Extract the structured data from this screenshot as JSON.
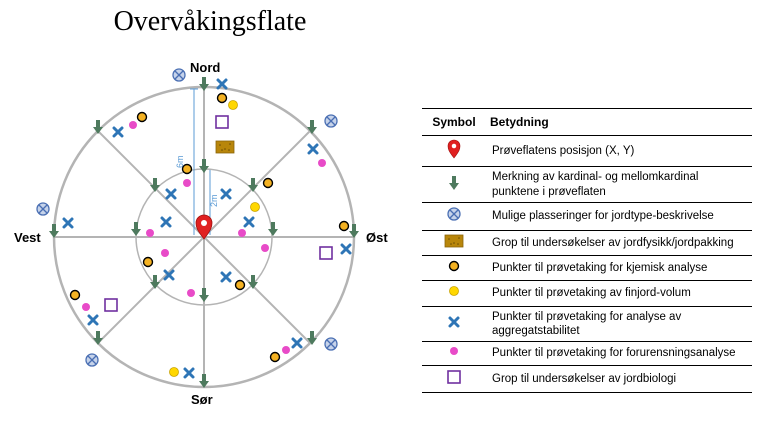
{
  "title": "Overvåkingsflate",
  "directions": {
    "north": "Nord",
    "south": "Sør",
    "east": "Øst",
    "west": "Vest"
  },
  "scale_labels": {
    "outer": "6m",
    "inner": "2m"
  },
  "legend": {
    "headers": {
      "symbol": "Symbol",
      "meaning": "Betydning"
    },
    "rows": [
      {
        "icon": "pin-icon",
        "text": "Prøveflatens posisjon (X, Y)"
      },
      {
        "icon": "green-arrow-icon",
        "text": "Merkning av kardinal- og mellomkardinal punktene i prøveflaten"
      },
      {
        "icon": "crossed-circle-icon",
        "text": "Mulige plasseringer for jordtype-beskrivelse"
      },
      {
        "icon": "brown-square-icon",
        "text": "Grop til undersøkelser av jordfysikk/jordpakking"
      },
      {
        "icon": "orange-circle-icon",
        "text": "Punkter til prøvetaking for kjemisk analyse"
      },
      {
        "icon": "yellow-circle-icon",
        "text": "Punkter til prøvetaking av finjord-volum"
      },
      {
        "icon": "blue-x-icon",
        "text": "Punkter til prøvetaking for analyse av aggregatstabilitet"
      },
      {
        "icon": "magenta-dot-icon",
        "text": "Punkter til prøvetaking for forurensningsanalyse"
      },
      {
        "icon": "purple-square-icon",
        "text": "Grop til undersøkelser av jordbiologi"
      }
    ]
  },
  "colors": {
    "circle": "#b4b4b4",
    "arrow": "#4e7a5e",
    "crossed_circle_fill": "#c6d3ea",
    "crossed_circle_stroke": "#4a6fb3",
    "brown": "#b8860b",
    "orange": "#f4b223",
    "yellow": "#ffd700",
    "blue_x": "#2e75b6",
    "magenta": "#e84bc8",
    "purple": "#7030a0",
    "pin": "#e02020"
  }
}
